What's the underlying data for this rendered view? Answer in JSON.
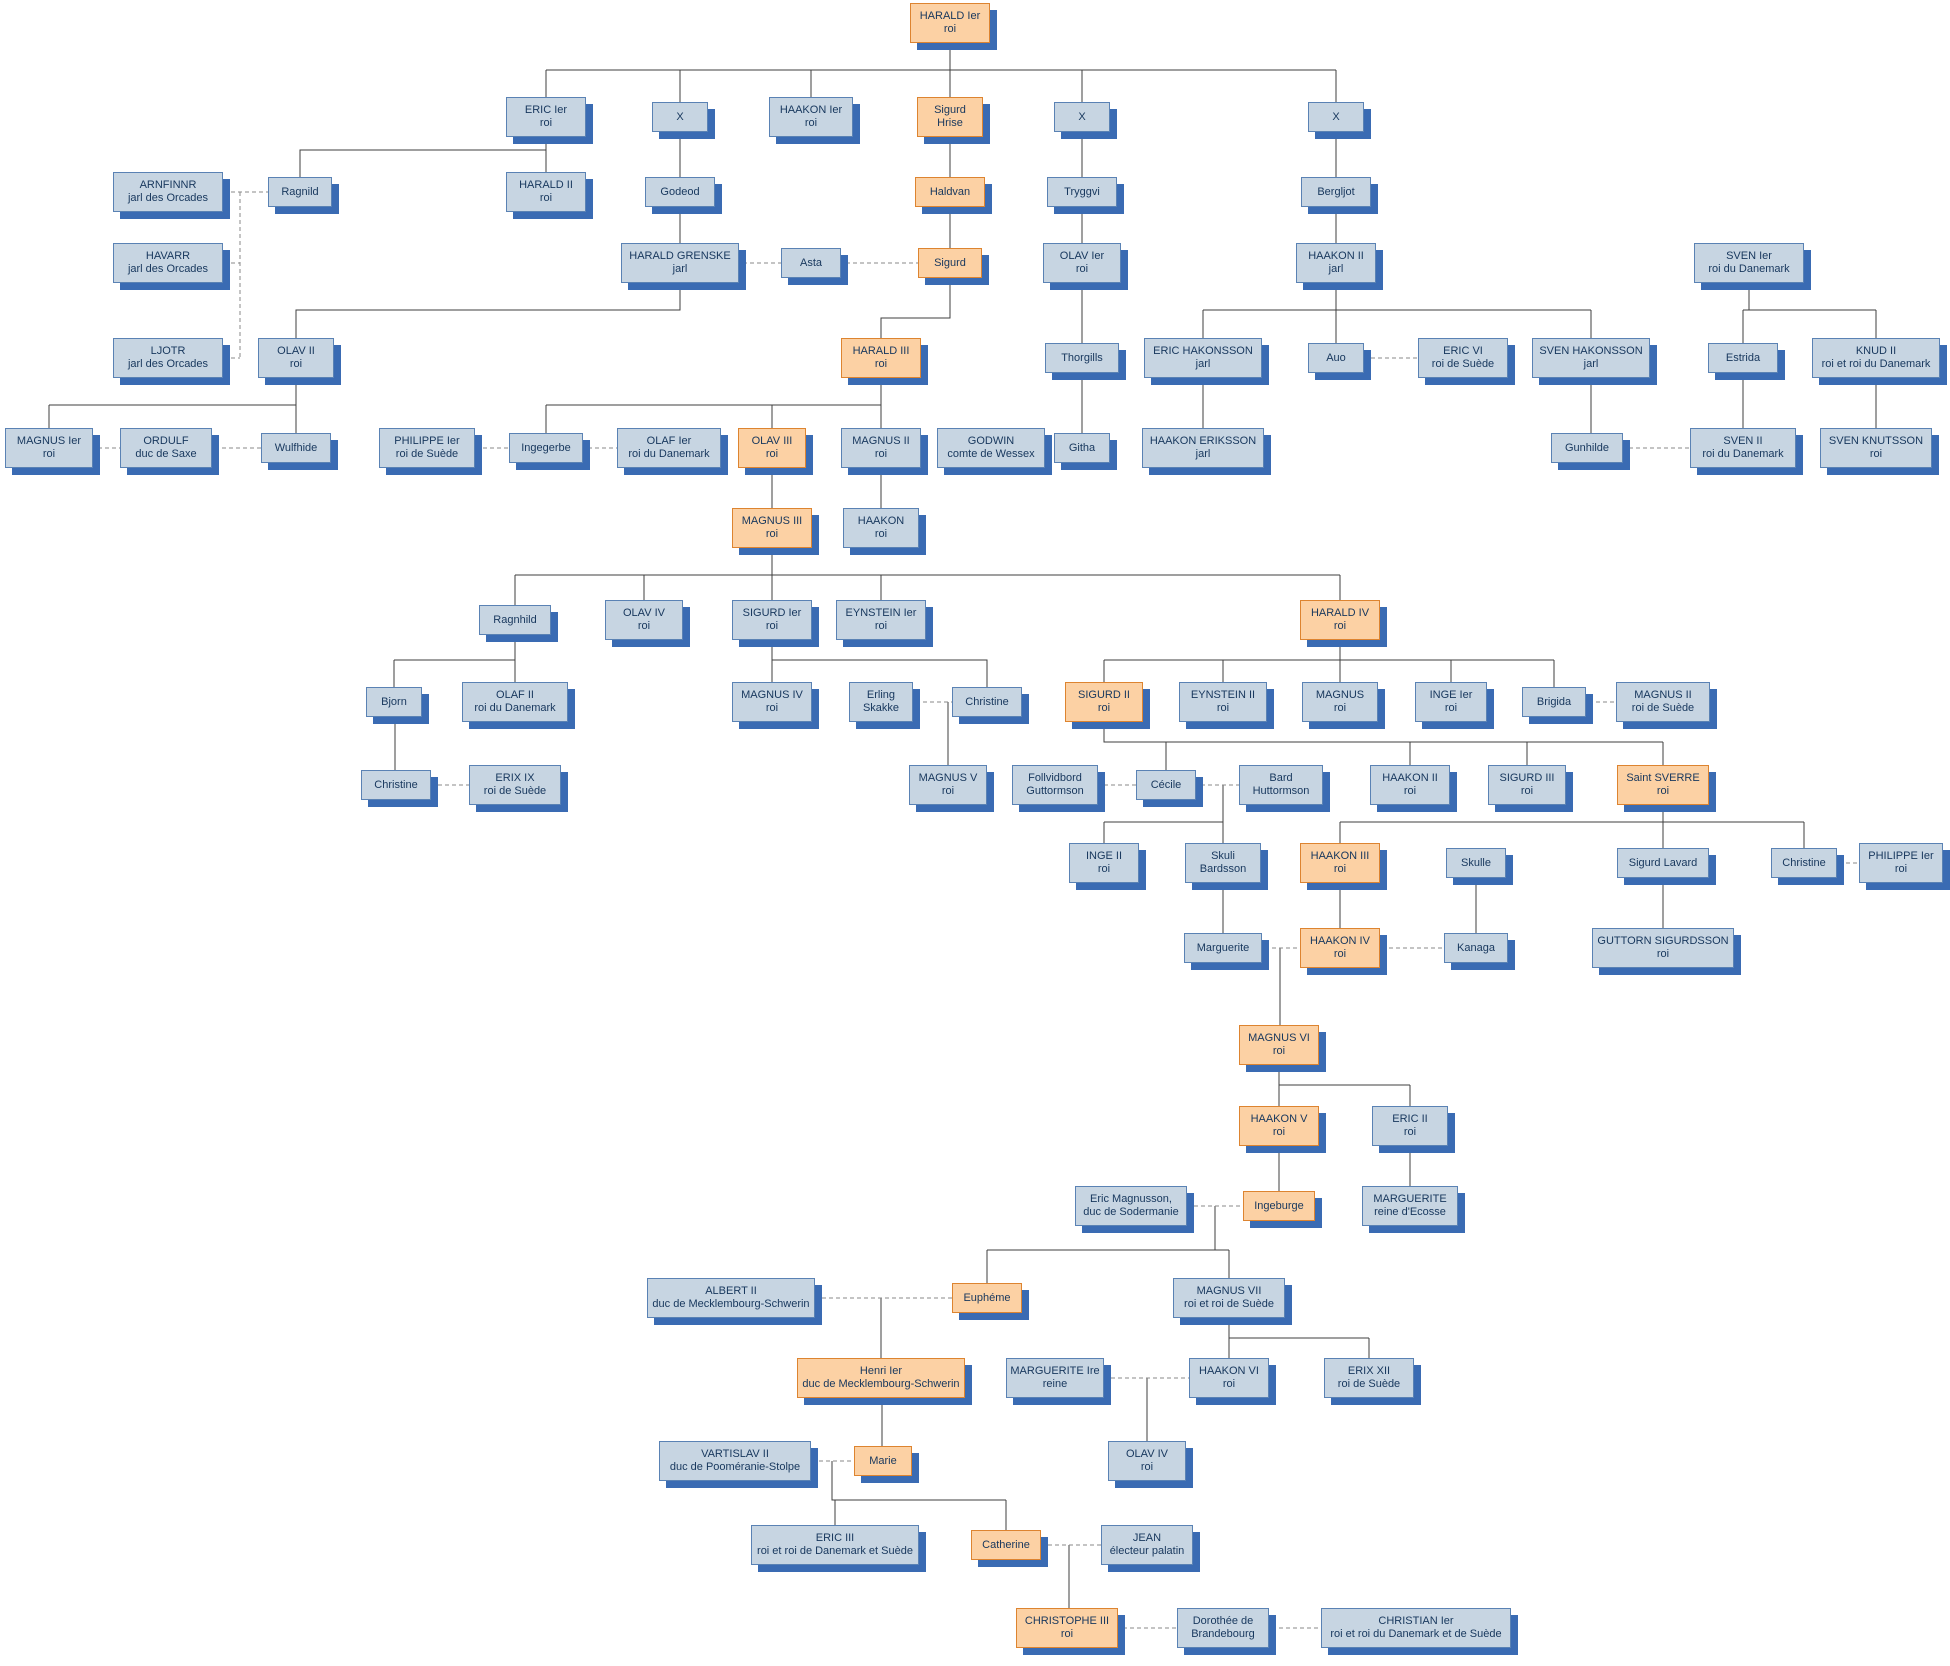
{
  "palette": {
    "node_fill": "#c7d5e2",
    "node_border": "#5a82b4",
    "royal_fill": "#fcd1a4",
    "royal_border": "#dd8430",
    "shadow": "#3a6bb3",
    "text": "#17375d",
    "descent_line": "#3f3f3f",
    "marriage_line": "#8a8a8a"
  },
  "nodes": {
    "harald1": "HARALD Ier\nroi",
    "eric1": "ERIC Ier\nroi",
    "x1": "X",
    "haakon1": "HAAKON Ier\nroi",
    "sigurd_hrise": "Sigurd\nHrise",
    "x2": "X",
    "x3": "X",
    "arnfinnr": "ARNFINNR\njarl des Orcades",
    "ragnild": "Ragnild",
    "harald2": "HARALD II\nroi",
    "godeod": "Godeod",
    "haldvan": "Haldvan",
    "tryggvi": "Tryggvi",
    "bergljot": "Bergljot",
    "havarr": "HAVARR\njarl des Orcades",
    "harald_grenske": "HARALD GRENSKE\njarl",
    "asta": "Asta",
    "sigurd_syr": "Sigurd",
    "olav1": "OLAV Ier\nroi",
    "haakon2_jarl": "HAAKON II\njarl",
    "sven1": "SVEN Ier\nroi du Danemark",
    "ljotr": "LJOTR\njarl des Orcades",
    "olav2": "OLAV II\nroi",
    "harald3": "HARALD III\nroi",
    "thorgills": "Thorgills",
    "eric_hakonsson": "ERIC HAKONSSON\njarl",
    "auo": "Auo",
    "eric6": "ERIC VI\nroi de Suède",
    "sven_hakonsson": "SVEN HAKONSSON\njarl",
    "estrida": "Estrida",
    "knud2": "KNUD II\nroi et roi du Danemark",
    "magnus1": "MAGNUS Ier\nroi",
    "ordulf": "ORDULF\nduc de Saxe",
    "wulfhide": "Wulfhide",
    "philippe1_suede": "PHILIPPE Ier\nroi de Suède",
    "ingegerbe": "Ingegerbe",
    "olaf1_dk": "OLAF Ier\nroi du Danemark",
    "olav3": "OLAV III\nroi",
    "magnus2": "MAGNUS II\nroi",
    "godwin": "GODWIN\ncomte de Wessex",
    "githa": "Githa",
    "haakon_eriksson": "HAAKON ERIKSSON\njarl",
    "gunhilde": "Gunhilde",
    "sven2": "SVEN II\nroi du Danemark",
    "sven_knutsson": "SVEN KNUTSSON\nroi",
    "magnus3": "MAGNUS III\nroi",
    "haakon_roi": "HAAKON\nroi",
    "ragnhild": "Ragnhild",
    "olav4": "OLAV IV\nroi",
    "sigurd1": "SIGURD Ier\nroi",
    "eynstein1": "EYNSTEIN Ier\nroi",
    "harald4": "HARALD IV\nroi",
    "bjorn": "Bjorn",
    "olaf2_dk": "OLAF II\nroi du Danemark",
    "magnus4": "MAGNUS IV\nroi",
    "erling": "Erling\nSkakke",
    "christine_r9": "Christine",
    "sigurd2": "SIGURD II\nroi",
    "eynstein2": "EYNSTEIN II\nroi",
    "magnus_roi": "MAGNUS\nroi",
    "inge1": "INGE Ier\nroi",
    "brigida": "Brigida",
    "magnus2_suede": "MAGNUS II\nroi de Suède",
    "christine_r10": "Christine",
    "erix9": "ERIX IX\nroi de Suède",
    "magnus5": "MAGNUS V\nroi",
    "follvidbord": "Follvidbord\nGuttormson",
    "cecile": "Cécile",
    "bard": "Bard\nHuttormson",
    "haakon2_roi": "HAAKON II\nroi",
    "sigurd3": "SIGURD III\nroi",
    "sverre": "Saint SVERRE\nroi",
    "inge2": "INGE II\nroi",
    "skuli": "Skuli\nBardsson",
    "haakon3": "HAAKON III\nroi",
    "skulle": "Skulle",
    "sigurd_lavard": "Sigurd Lavard",
    "christine_r11": "Christine",
    "philippe1_roi": "PHILIPPE Ier\nroi",
    "marguerite": "Marguerite",
    "haakon4": "HAAKON IV\nroi",
    "kanaga": "Kanaga",
    "guttorn": "GUTTORN SIGURDSSON\nroi",
    "magnus6": "MAGNUS VI\nroi",
    "haakon5": "HAAKON V\nroi",
    "eric2": "ERIC II\nroi",
    "eric_magnusson": "Eric Magnusson,\nduc de Sodermanie",
    "ingeburge": "Ingeburge",
    "marguerite_ecosse": "MARGUERITE\nreine d'Ecosse",
    "albert2": "ALBERT II\nduc de Mecklembourg-Schwerin",
    "eupheme": "Euphéme",
    "magnus7": "MAGNUS VII\nroi et roi de Suède",
    "henri1": "Henri Ier\nduc de Mecklembourg-Schwerin",
    "marguerite1re": "MARGUERITE Ire\nreine",
    "haakon6": "HAAKON VI\nroi",
    "erix12": "ERIX XII\nroi de Suède",
    "vartislav2": "VARTISLAV II\nduc de Pooméranie-Stolpe",
    "marie": "Marie",
    "olav4_r18": "OLAV IV\nroi",
    "eric3": "ERIC III\nroi et roi de Danemark et Suède",
    "catherine": "Catherine",
    "jean": "JEAN\nélecteur palatin",
    "christophe3": "CHRISTOPHE III\nroi",
    "dorothee": "Dorothée de\nBrandebourg",
    "christian1": "CHRISTIAN Ier\nroi et roi du Danemark et de Suède"
  }
}
